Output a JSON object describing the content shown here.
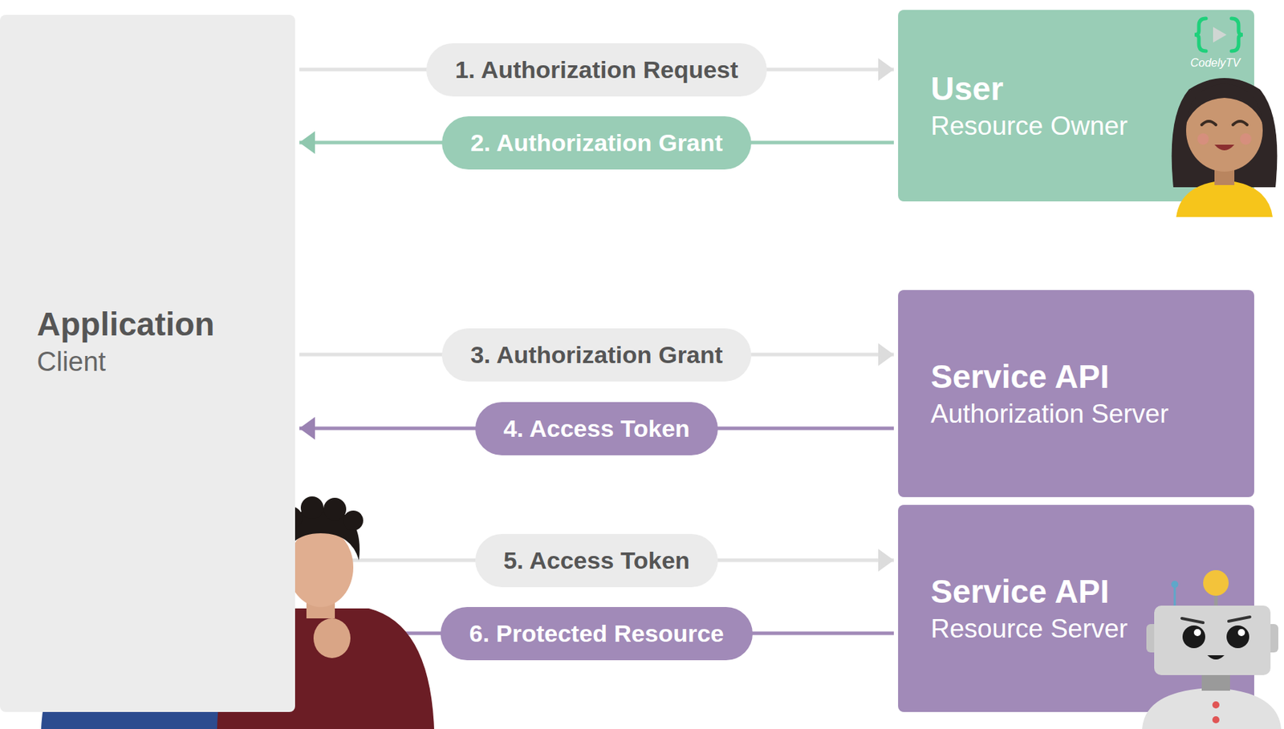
{
  "diagram": {
    "nodes": [
      {
        "text": [
          "Application",
          "Client"
        ]
      },
      {
        "text": [
          "User",
          "Resource Owner"
        ]
      },
      {
        "text": [
          "Service API",
          "Authorization Server"
        ]
      },
      {
        "text": [
          "Service API",
          "Resource Server"
        ]
      }
    ],
    "edges": [
      {
        "from": 0,
        "to": 1,
        "label": "1. Authorization Request",
        "arrow": "to"
      },
      {
        "from": 1,
        "to": 0,
        "label": "2. Authorization Grant",
        "arrow": "to"
      },
      {
        "from": 0,
        "to": 2,
        "label": "3. Authorization Grant",
        "arrow": "to"
      },
      {
        "from": 2,
        "to": 0,
        "label": "4. Access Token",
        "arrow": "to"
      },
      {
        "from": 0,
        "to": 3,
        "label": "5. Access Token",
        "arrow": "to"
      },
      {
        "from": 3,
        "to": 0,
        "label": "6. Protected Resource",
        "arrow": "to"
      }
    ],
    "labels": [
      "CodelyTV"
    ]
  }
}
